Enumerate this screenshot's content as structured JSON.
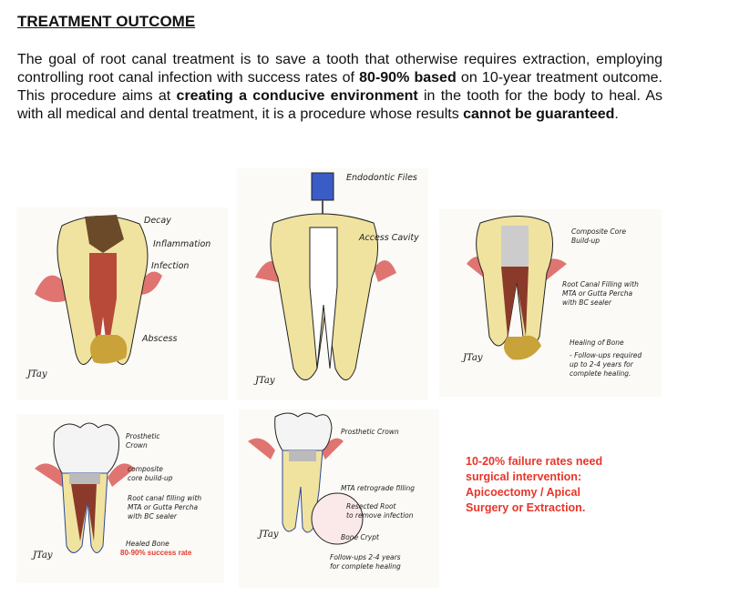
{
  "title": "TREATMENT OUTCOME",
  "intro": [
    {
      "t": "The goal of root canal treatment is to save a tooth that otherwise requires extraction, employing controlling root canal infection with success rates of ",
      "b": false
    },
    {
      "t": "80-90% based",
      "b": true
    },
    {
      "t": " on 10-year treatment outcome. This procedure aims at ",
      "b": false
    },
    {
      "t": "creating a conducive environment",
      "b": true
    },
    {
      "t": " in the tooth for the body to heal. As with all medical and dental treatment, it is a procedure whose results ",
      "b": false
    },
    {
      "t": "cannot be guaranteed",
      "b": true
    },
    {
      "t": ".",
      "b": false
    }
  ],
  "panels": {
    "p1": {
      "decay": "Decay",
      "inflammation": "Inflammation",
      "infection": "Infection",
      "abscess": "Abscess",
      "sig": "JTay"
    },
    "p2": {
      "files": "Endodontic Files",
      "access": "Access Cavity",
      "sig": "JTay"
    },
    "p3": {
      "core": "Composite Core\nBuild-up",
      "filling": "Root Canal Filling with\nMTA or Gutta Percha\nwith BC sealer",
      "bone": "Healing of Bone",
      "followup": "- Follow-ups required\nup to 2-4 years for\ncomplete healing.",
      "sig": "JTay"
    },
    "p4": {
      "crown": "Prosthetic\nCrown",
      "core": "composite\ncore build-up",
      "filling": "Root canal filling with\nMTA or Gutta Percha\nwith BC sealer",
      "bone": "Healed Bone",
      "success": "80-90% success rate",
      "sig": "JTay"
    },
    "p5": {
      "crown": "Prosthetic Crown",
      "retro": "MTA retrograde filling",
      "resected": "Resected Root\nto remove infection",
      "crypt": "Bone Crypt",
      "followup": "Follow-ups 2-4 years\nfor complete healing",
      "sig": "JTay"
    }
  },
  "failure_note": "10-20% failure rates need surgical intervention: Apicoectomy / Apical Surgery or Extraction."
}
